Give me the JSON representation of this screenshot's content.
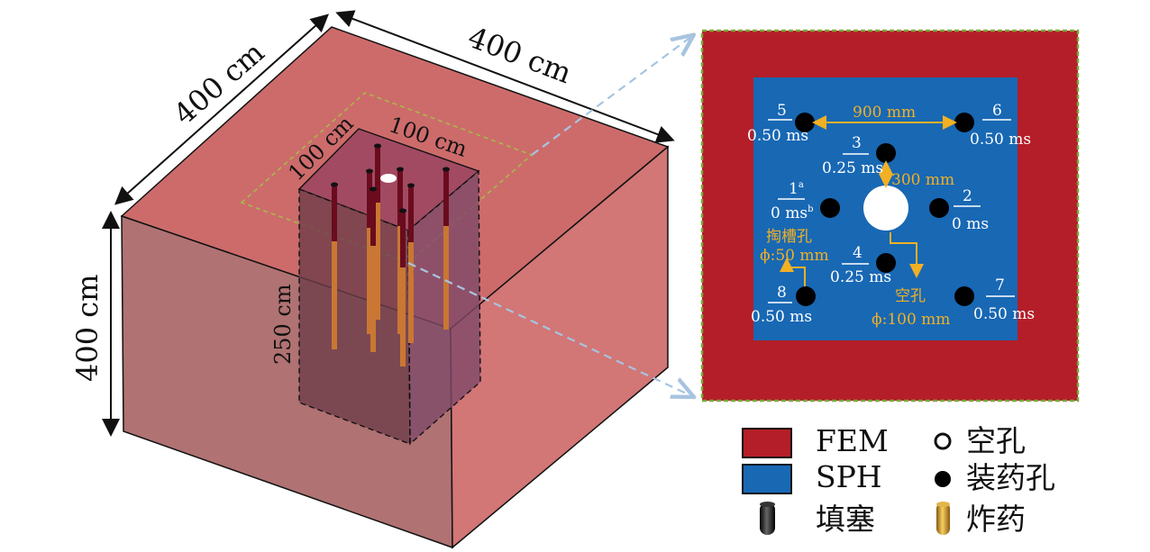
{
  "dimensions": {
    "top_left_width": "400 cm",
    "top_right_depth": "400 cm",
    "height": "400 cm",
    "inner_width": "100 cm",
    "inner_depth": "100 cm",
    "inner_height": "250 cm"
  },
  "detail": {
    "holes": [
      {
        "num": "5",
        "delay": "0.50 ms"
      },
      {
        "num": "6",
        "delay": "0.50 ms"
      },
      {
        "num": "3",
        "delay": "0.25 ms"
      },
      {
        "num": "1",
        "num_sup": "a",
        "delay": "0 ms",
        "delay_sup": "b"
      },
      {
        "num": "2",
        "delay": "0 ms"
      },
      {
        "num": "4",
        "delay": "0.25 ms"
      },
      {
        "num": "8",
        "delay": "0.50 ms"
      },
      {
        "num": "7",
        "delay": "0.50 ms"
      }
    ],
    "dist_900": "900 mm",
    "dist_300": "300 mm",
    "cut_hole_label": "掏槽孔",
    "cut_hole_diam": "ϕ:50 mm",
    "empty_hole_label": "空孔",
    "empty_hole_diam": "ϕ:100 mm"
  },
  "legend": {
    "fem": "FEM",
    "sph": "SPH",
    "stemming": "填塞",
    "empty_hole": "空孔",
    "charge_hole": "装药孔",
    "explosive": "炸药"
  },
  "colors": {
    "fem": "#b41e28",
    "sph": "#1868b4",
    "block": "#cc6b6b",
    "accent": "#f2b024",
    "frame": "#7aa83a"
  }
}
